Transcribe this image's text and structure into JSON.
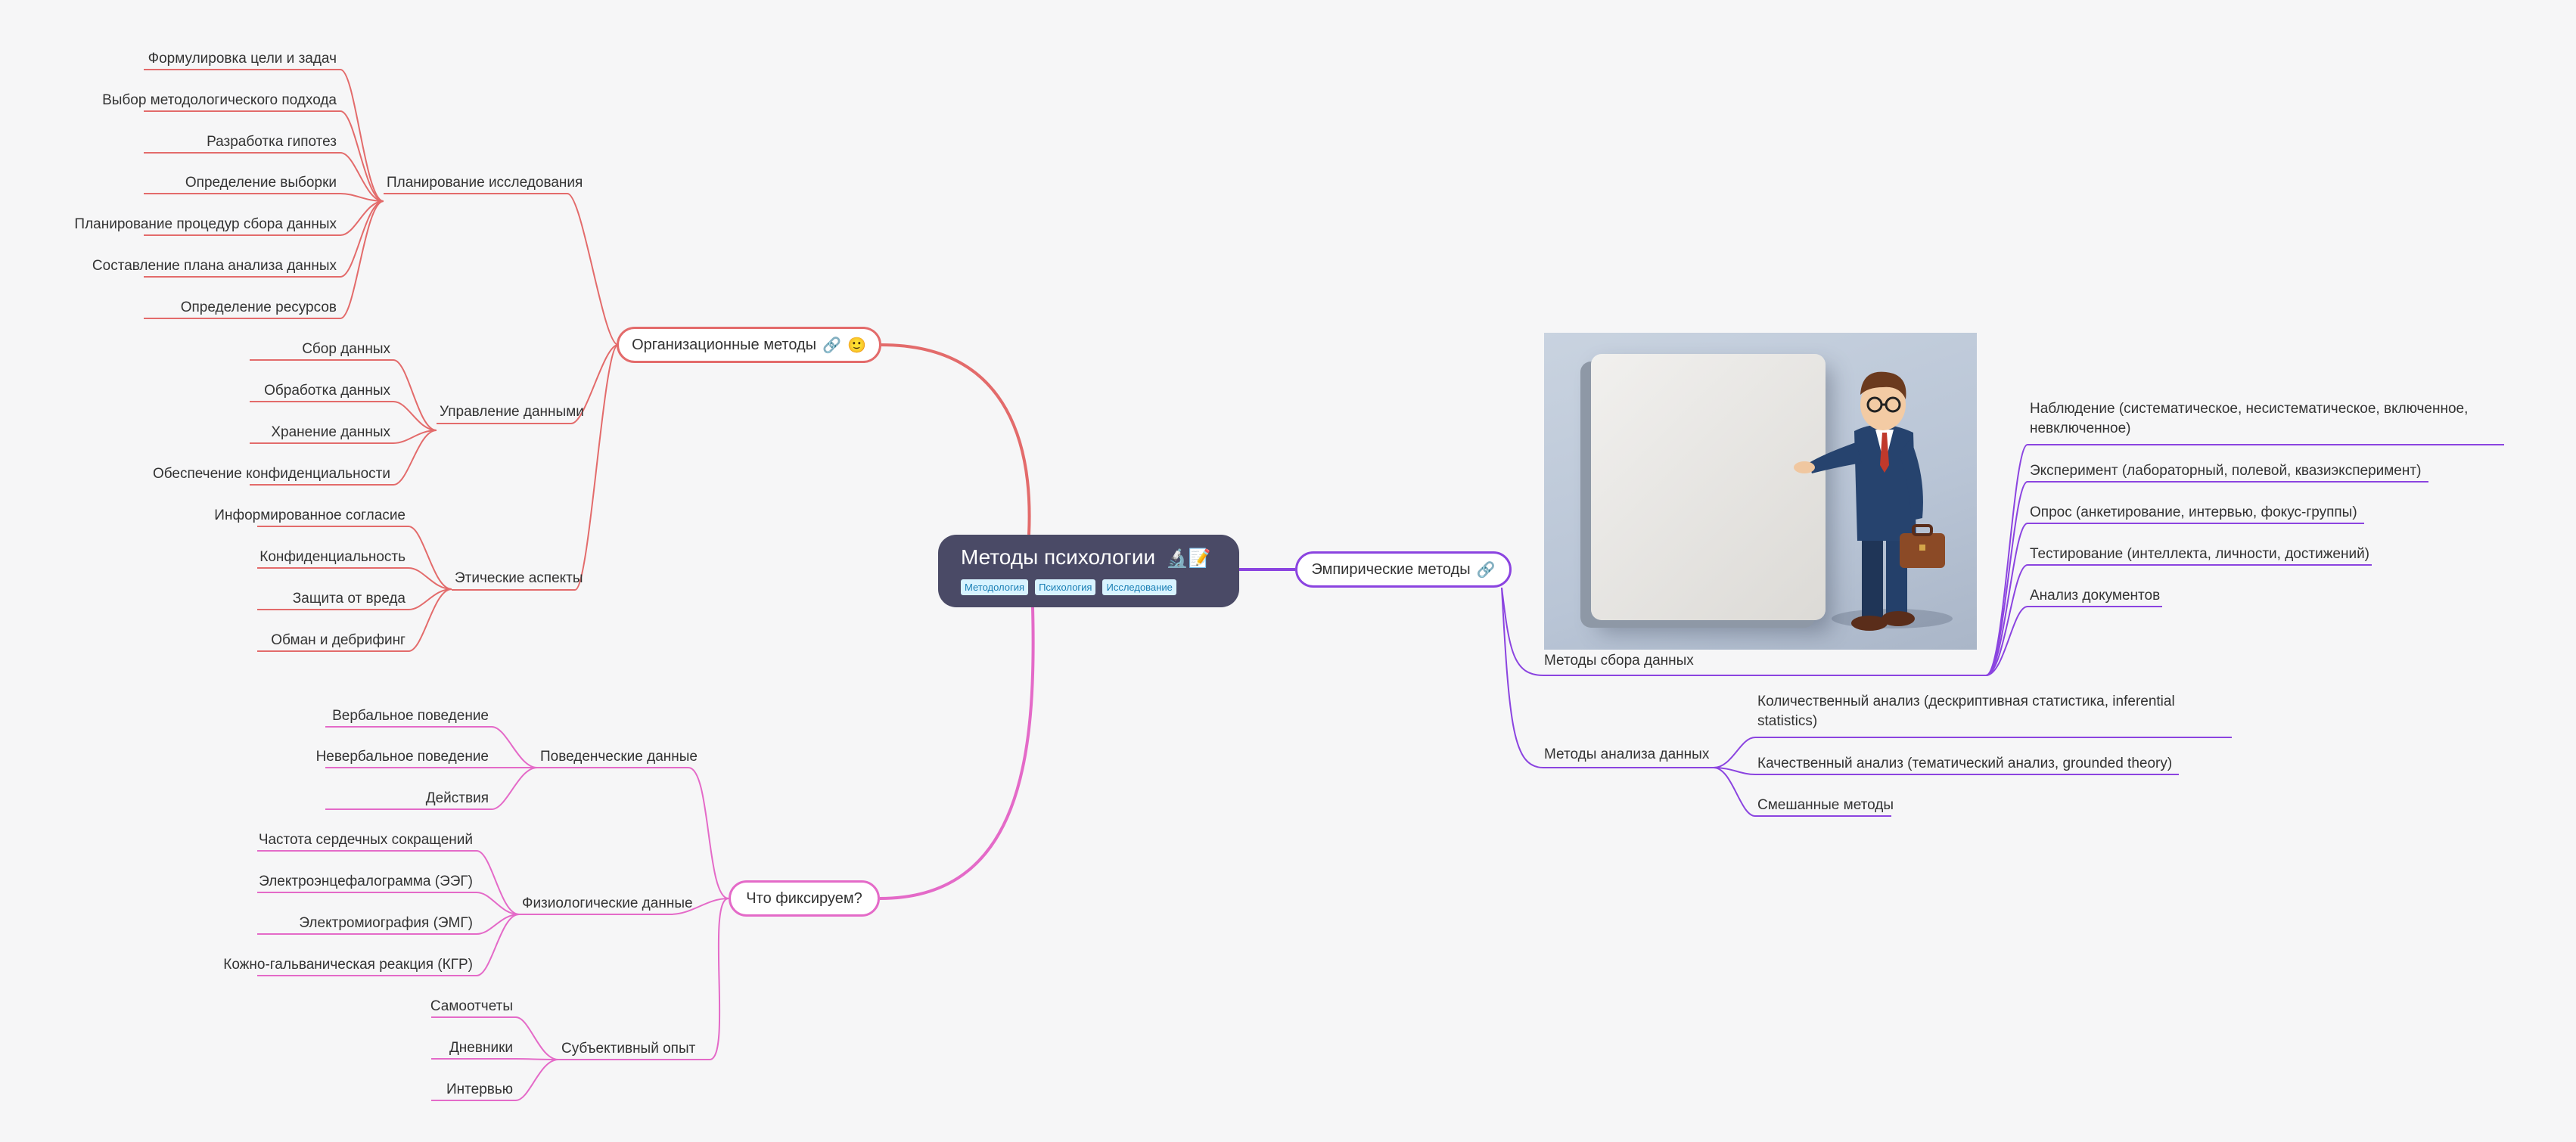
{
  "root": {
    "title": "Методы психологии",
    "emoji": "🔬📝",
    "tags": [
      "Методология",
      "Психология",
      "Исследование"
    ]
  },
  "branches": {
    "org": {
      "label": "Организационные методы",
      "color": "#e36b6b",
      "groups": [
        {
          "label": "Планирование исследования",
          "items": [
            "Формулировка цели и задач",
            "Выбор методологического подхода",
            "Разработка гипотез",
            "Определение выборки",
            "Планирование процедур сбора данных",
            "Составление плана анализа данных",
            "Определение ресурсов"
          ]
        },
        {
          "label": "Управление данными",
          "items": [
            "Сбор данных",
            "Обработка данных",
            "Хранение данных",
            "Обеспечение конфиденциальности"
          ]
        },
        {
          "label": "Этические аспекты",
          "items": [
            "Информированное согласие",
            "Конфиденциальность",
            "Защита от вреда",
            "Обман и дебрифинг"
          ]
        }
      ]
    },
    "fix": {
      "label": "Что фиксируем?",
      "color": "#e46ac8",
      "groups": [
        {
          "label": "Поведенческие данные",
          "items": [
            "Вербальное поведение",
            "Невербальное поведение",
            "Действия"
          ]
        },
        {
          "label": "Физиологические данные",
          "items": [
            "Частота сердечных сокращений",
            "Электроэнцефалограмма (ЭЭГ)",
            "Электромиография (ЭМГ)",
            "Кожно-гальваническая реакция (КГР)"
          ]
        },
        {
          "label": "Субъективный опыт",
          "items": [
            "Самоотчеты",
            "Дневники",
            "Интервью"
          ]
        }
      ]
    },
    "emp": {
      "label": "Эмпирические методы",
      "color": "#8b44e0",
      "groups": [
        {
          "label": "Методы сбора данных",
          "items": [
            "Наблюдение (систематическое, несистематическое, включенное, невключенное)",
            "Эксперимент (лабораторный, полевой, квазиэксперимент)",
            "Опрос (анкетирование, интервью, фокус-группы)",
            "Тестирование (интеллекта, личности, достижений)",
            "Анализ документов"
          ]
        },
        {
          "label": "Методы анализа данных",
          "items": [
            "Количественный анализ (дескриптивная статистика, inferential statistics)",
            "Качественный анализ (тематический анализ, grounded theory)",
            "Смешанные методы"
          ]
        }
      ]
    }
  },
  "icons": {
    "link": "link-icon",
    "smile": "smile-icon"
  },
  "colors": {
    "background": "#f6f6f7",
    "root": "#4a4a66",
    "tag_bg": "#d8f3ff",
    "tag_text": "#1a7fb5"
  }
}
